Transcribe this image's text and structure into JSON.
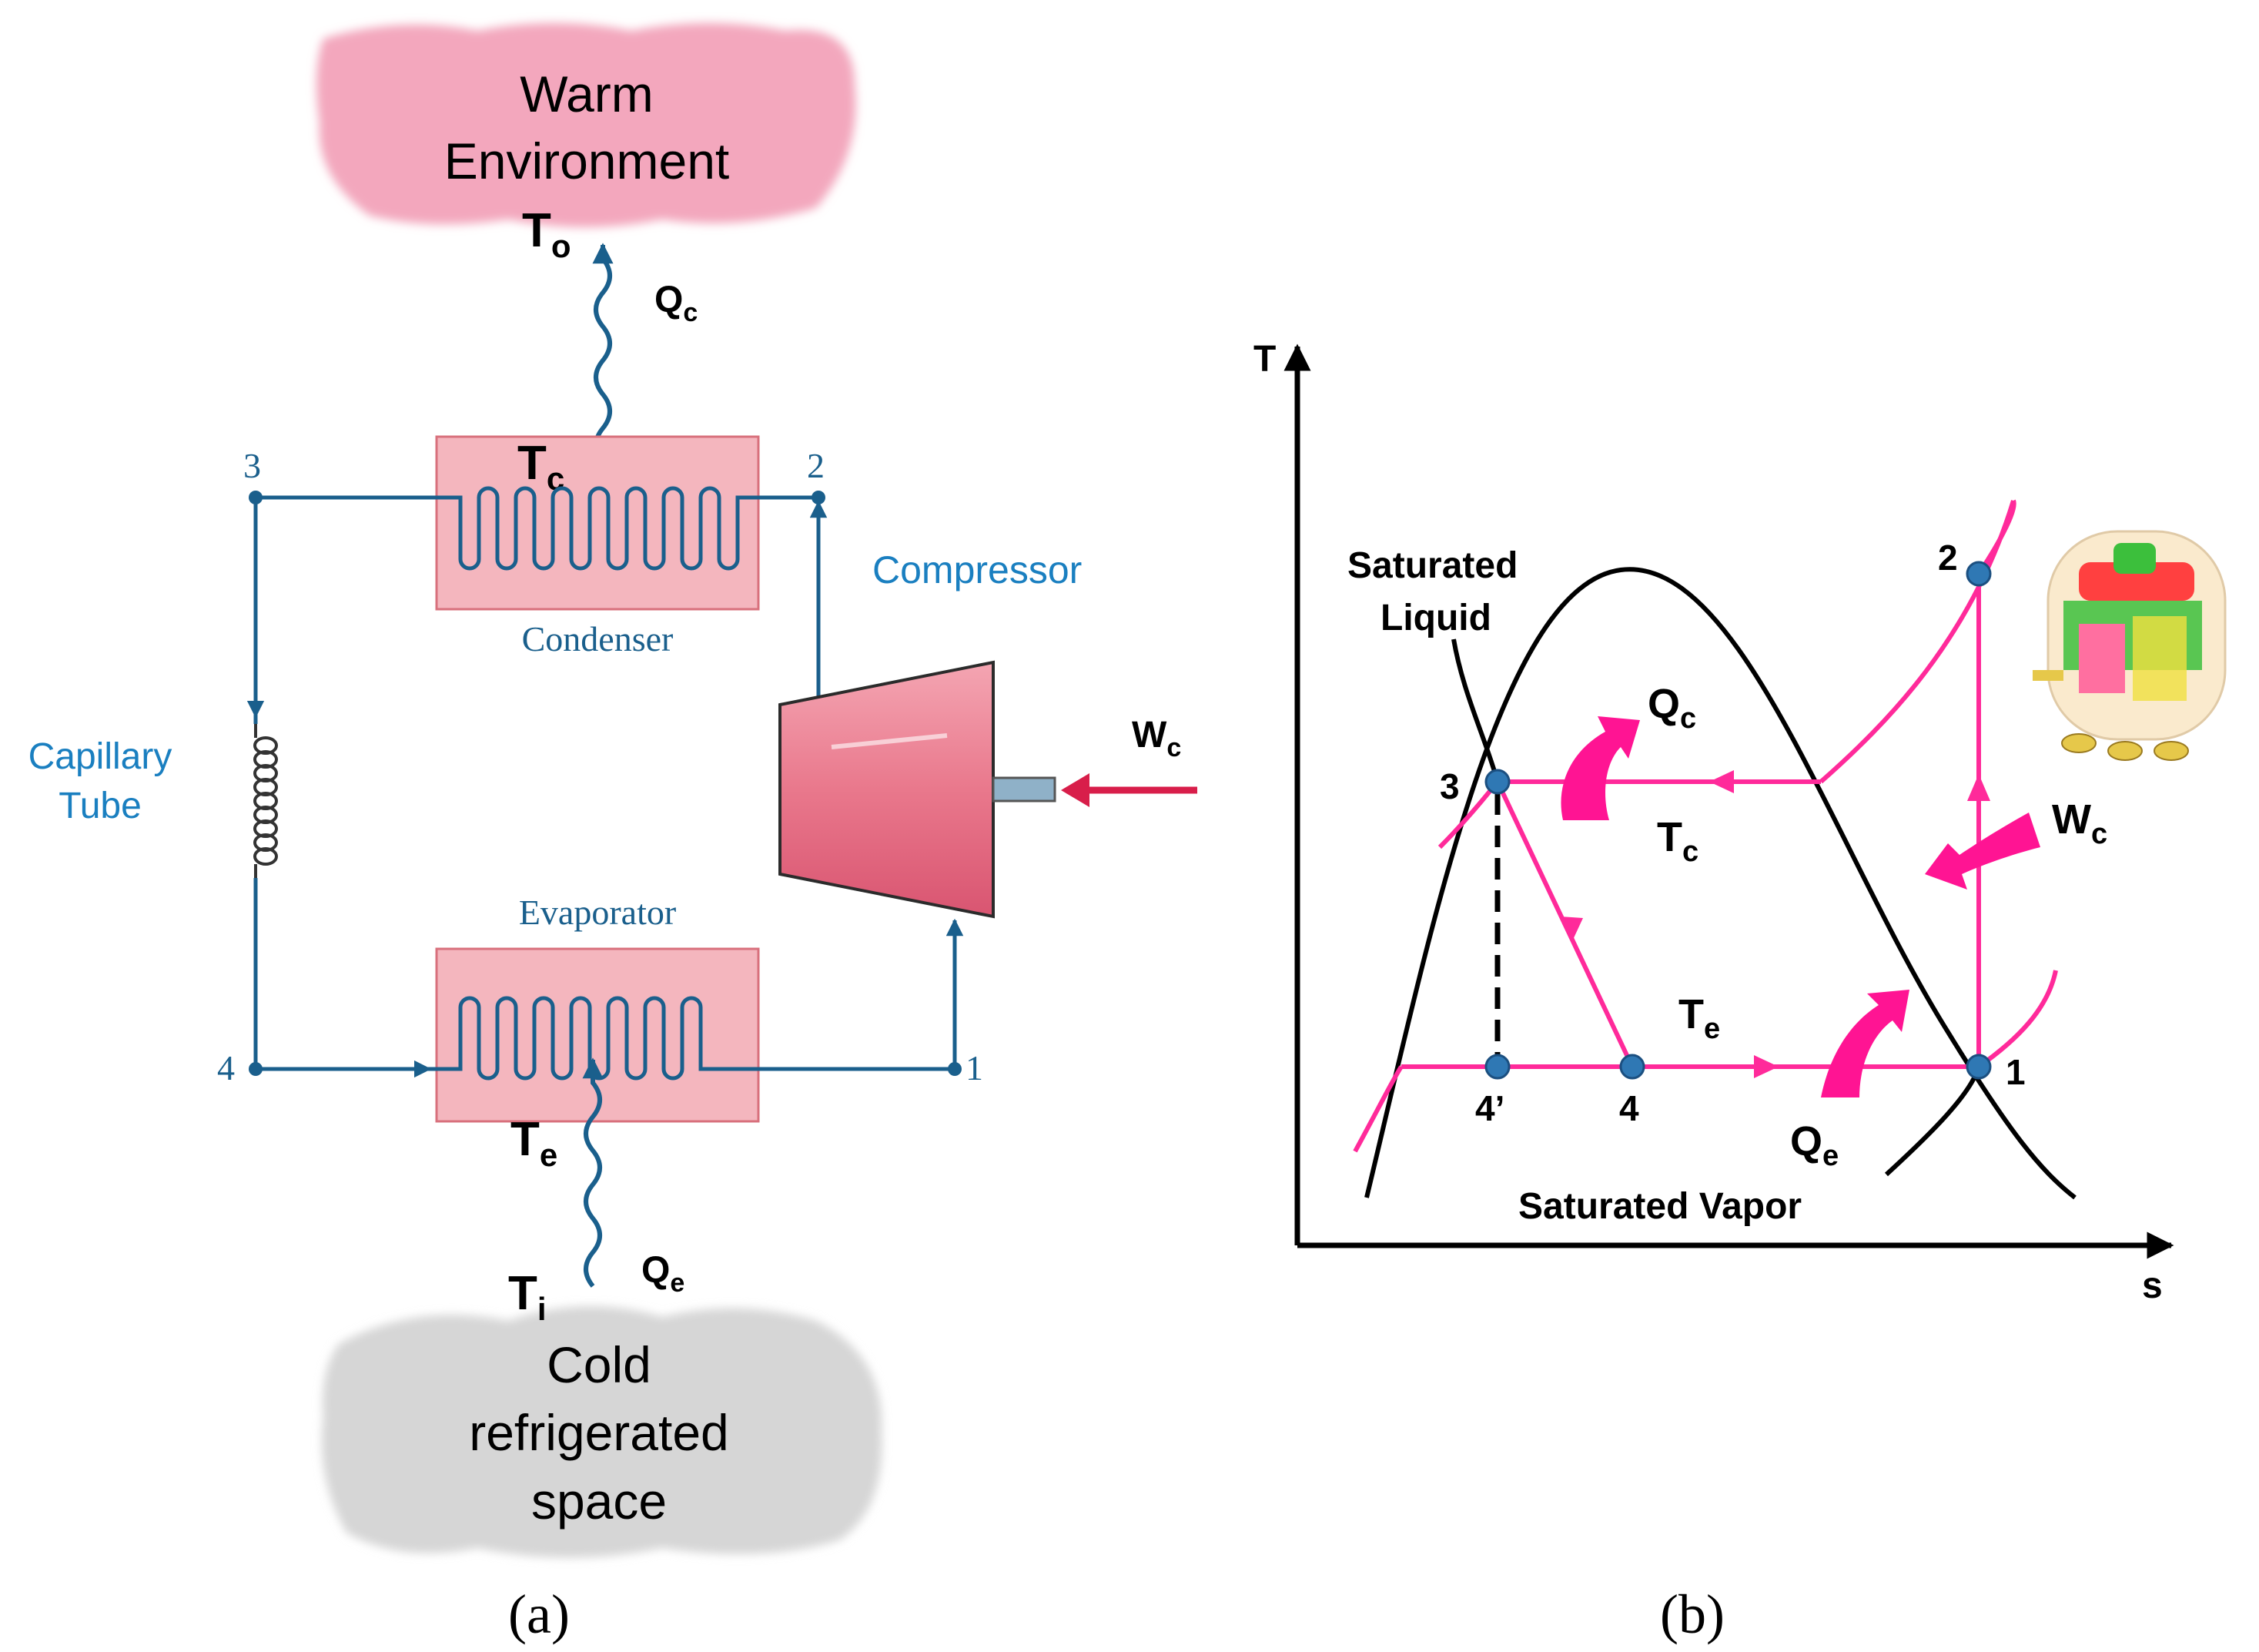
{
  "colors": {
    "pipe": "#1a5f8c",
    "label_blue": "#1a7fc0",
    "coil_fill": "#f4b6be",
    "coil_stroke": "#d8707c",
    "warm_cloud": "#f3a7bd",
    "cold_cloud": "#d6d6d6",
    "compressor": "#e9788c",
    "work_arrow": "#d81e4a",
    "cycle_line": "#ff2a9a",
    "heat_arrow": "#ff1493",
    "state_point": "#2f78b4",
    "dome": "#000000"
  },
  "panel_a": {
    "warm": {
      "line1": "Warm",
      "line2": "Environment"
    },
    "cold": {
      "line1": "Cold",
      "line2": "refrigerated",
      "line3": "space"
    },
    "labels": {
      "T_o": {
        "main": "T",
        "sub": "o"
      },
      "Q_c": {
        "main": "Q",
        "sub": "c"
      },
      "T_c": {
        "main": "T",
        "sub": "c"
      },
      "T_e": {
        "main": "T",
        "sub": "e"
      },
      "T_i": {
        "main": "T",
        "sub": "i"
      },
      "Q_e": {
        "main": "Q",
        "sub": "e"
      },
      "W_c": {
        "main": "W",
        "sub": "c"
      }
    },
    "condenser": "Condenser",
    "evaporator": "Evaporator",
    "compressor": "Compressor",
    "capillary": {
      "line1": "Capillary",
      "line2": "Tube"
    },
    "nodes": {
      "n1": "1",
      "n2": "2",
      "n3": "3",
      "n4": "4"
    },
    "caption": "(a)"
  },
  "panel_b": {
    "axis_y": "T",
    "axis_x": "s",
    "sat_liquid": {
      "line1": "Saturated",
      "line2": "Liquid"
    },
    "sat_vapor": "Saturated Vapor",
    "points": {
      "p1": "1",
      "p2": "2",
      "p3": "3",
      "p4": "4",
      "p4p": "4’"
    },
    "labels": {
      "Q_c": {
        "main": "Q",
        "sub": "c"
      },
      "T_c": {
        "main": "T",
        "sub": "c"
      },
      "T_e": {
        "main": "T",
        "sub": "e"
      },
      "Q_e": {
        "main": "Q",
        "sub": "e"
      },
      "W_c": {
        "main": "W",
        "sub": "c"
      }
    },
    "caption": "(b)"
  }
}
